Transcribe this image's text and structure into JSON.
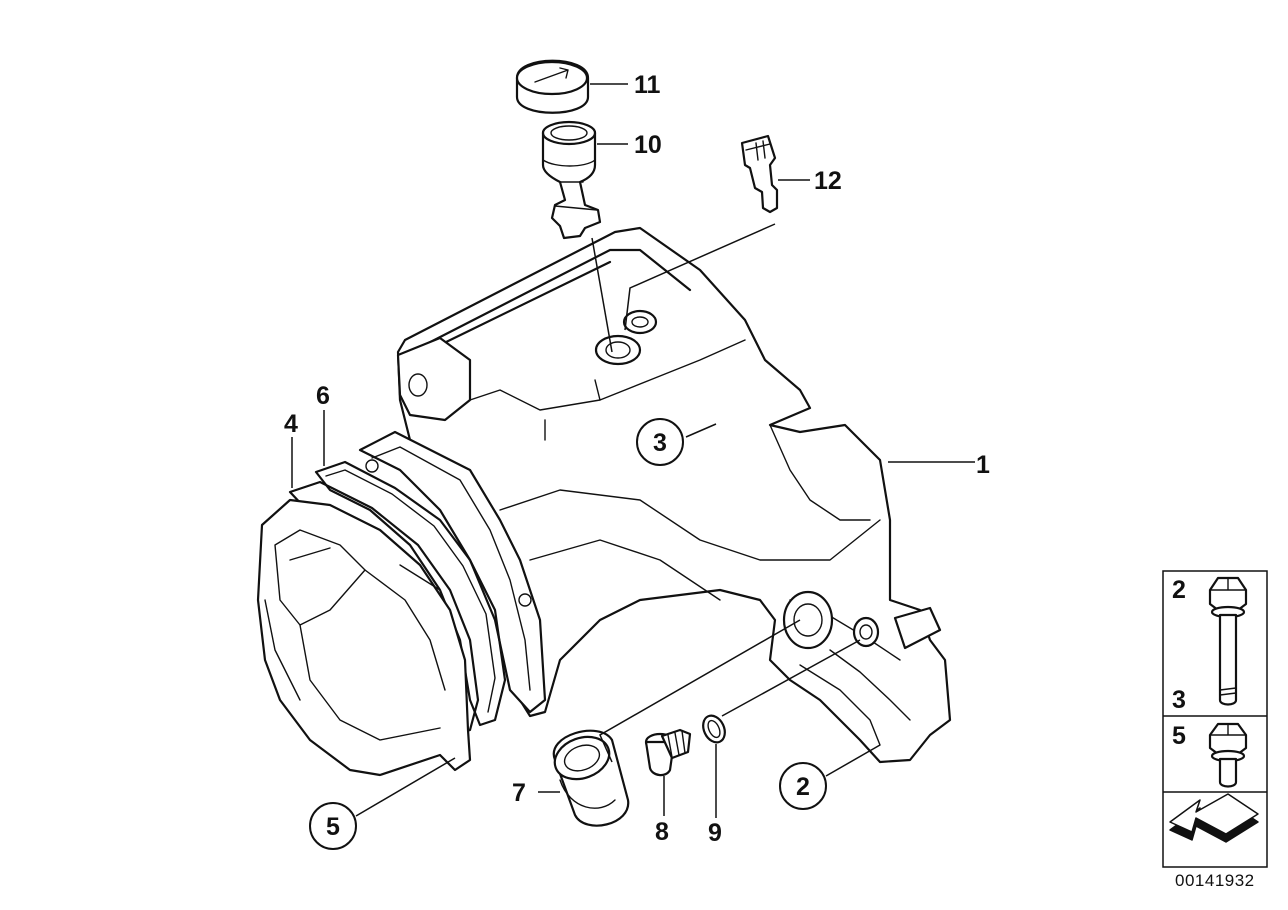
{
  "callouts": {
    "c1": "1",
    "c2": "2",
    "c3": "3",
    "c4": "4",
    "c5": "5",
    "c6": "6",
    "c7": "7",
    "c8": "8",
    "c9": "9",
    "c10": "10",
    "c11": "11",
    "c12": "12"
  },
  "legend": {
    "item_2": "2",
    "item_3": "3",
    "item_5": "5"
  },
  "part_code": "00141932"
}
